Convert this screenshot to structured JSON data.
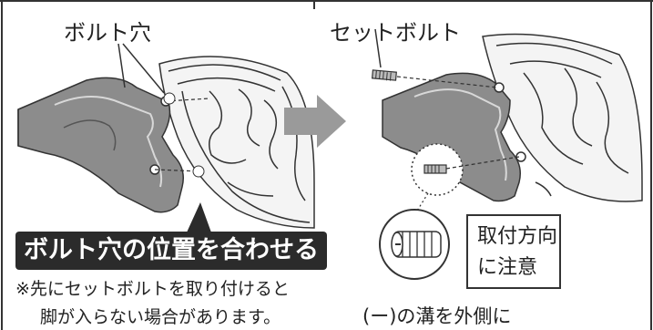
{
  "labels": {
    "bolt_hole": "ボルト穴",
    "set_bolt": "セットボルト",
    "banner": "ボルト穴の位置を合わせる",
    "note_line1": "※先にセットボルトを取り付けると",
    "note_line2": "脚が入らない場合があります。",
    "caution_line1": "取付方向",
    "caution_line2": "に注意",
    "groove_note": "(ー)の溝を外側に"
  },
  "colors": {
    "banner_bg": "#2b2b2b",
    "part_gray": "#8c8c8c",
    "part_light": "#c8c8c8",
    "arrow_gray": "#9a9a9a"
  }
}
